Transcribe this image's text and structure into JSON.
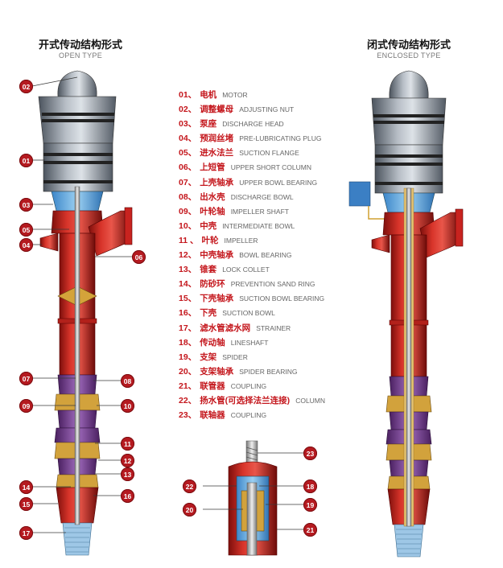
{
  "open_type": {
    "title_cn": "开式传动结构形式",
    "title_en": "OPEN TYPE"
  },
  "enclosed_type": {
    "title_cn": "闭式传动结构形式",
    "title_en": "ENCLOSED TYPE"
  },
  "legend": [
    {
      "num": "01、",
      "cn": "电机",
      "en": "MOTOR"
    },
    {
      "num": "02、",
      "cn": "调整螺母",
      "en": "ADJUSTING NUT"
    },
    {
      "num": "03、",
      "cn": "泵座",
      "en": "DISCHARGE HEAD"
    },
    {
      "num": "04、",
      "cn": "预润丝堵",
      "en": "PRE-LUBRICATING PLUG"
    },
    {
      "num": "05、",
      "cn": "进水法兰",
      "en": "SUCTION FLANGE"
    },
    {
      "num": "06、",
      "cn": "上短管",
      "en": "UPPER SHORT COLUMN"
    },
    {
      "num": "07、",
      "cn": "上壳轴承",
      "en": "UPPER BOWL BEARING"
    },
    {
      "num": "08、",
      "cn": "出水壳",
      "en": "DISCHARGE BOWL"
    },
    {
      "num": "09、",
      "cn": "叶轮轴",
      "en": "IMPELLER SHAFT"
    },
    {
      "num": "10、",
      "cn": "中壳",
      "en": "INTERMEDIATE BOWL"
    },
    {
      "num": "11 、",
      "cn": "叶轮",
      "en": "IMPELLER"
    },
    {
      "num": "12、",
      "cn": "中壳轴承",
      "en": "BOWL BEARING"
    },
    {
      "num": "13、",
      "cn": "锥套",
      "en": "LOCK COLLET"
    },
    {
      "num": "14、",
      "cn": "防砂环",
      "en": "PREVENTION SAND RING"
    },
    {
      "num": "15、",
      "cn": "下壳轴承",
      "en": "SUCTION BOWL BEARING"
    },
    {
      "num": "16、",
      "cn": "下壳",
      "en": "SUCTION BOWL"
    },
    {
      "num": "17、",
      "cn": "滤水管滤水网",
      "en": "STRAINER"
    },
    {
      "num": "18、",
      "cn": "传动轴",
      "en": "LINESHAFT"
    },
    {
      "num": "19、",
      "cn": "支架",
      "en": "SPIDER"
    },
    {
      "num": "20、",
      "cn": "支架轴承",
      "en": "SPIDER BEARING"
    },
    {
      "num": "21、",
      "cn": "联管器",
      "en": "COUPLING"
    },
    {
      "num": "22、",
      "cn": "扬水管(可选择法兰连接)",
      "en": "COLUMN"
    },
    {
      "num": "23、",
      "cn": "联轴器",
      "en": "COUPLING"
    }
  ],
  "callouts": {
    "b02": "02",
    "b01": "01",
    "b03": "03",
    "b05": "05",
    "b04": "04",
    "b06": "06",
    "b07": "07",
    "b08": "08",
    "b09": "09",
    "b10": "10",
    "b11": "11",
    "b12": "12",
    "b13": "13",
    "b14": "14",
    "b15": "15",
    "b16": "16",
    "b17": "17",
    "b23": "23",
    "b22": "22",
    "b18": "18",
    "b20": "20",
    "b19": "19",
    "b21": "21"
  },
  "colors": {
    "accent": "#c4161c",
    "pipe": "#c8231f",
    "impeller": "#6e3a8c",
    "motor": "#8a929c"
  }
}
